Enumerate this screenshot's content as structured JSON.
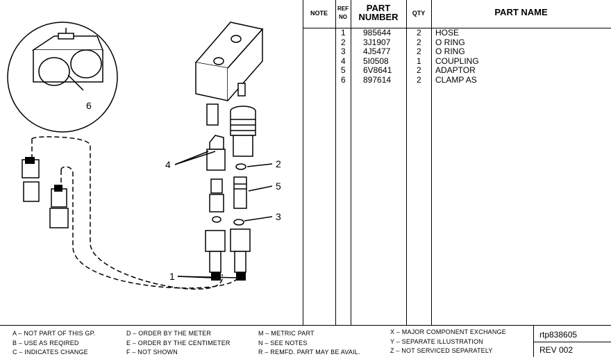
{
  "table": {
    "headers": {
      "note": "NOTE",
      "ref_line1": "REF",
      "ref_line2": "NO",
      "part_line1": "PART",
      "part_line2": "NUMBER",
      "qty": "QTY",
      "name": "PART NAME"
    },
    "rows": [
      {
        "ref": "1",
        "part": "985644",
        "qty": "2",
        "name": "HOSE"
      },
      {
        "ref": "2",
        "part": "3J1907",
        "qty": "2",
        "name": "O  RING"
      },
      {
        "ref": "3",
        "part": "4J5477",
        "qty": "2",
        "name": "O  RING"
      },
      {
        "ref": "4",
        "part": "5I0508",
        "qty": "1",
        "name": "COUPLING"
      },
      {
        "ref": "5",
        "part": "6V8641",
        "qty": "2",
        "name": "ADAPTOR"
      },
      {
        "ref": "6",
        "part": "897614",
        "qty": "2",
        "name": "CLAMP AS"
      }
    ]
  },
  "callouts": {
    "c1": "1",
    "c2": "2",
    "c3": "3",
    "c4": "4",
    "c5": "5",
    "c6": "6"
  },
  "legend": {
    "a": "A  –  NOT PART OF THIS GP.",
    "b": "B  –  USE AS REQIRED",
    "c": "C  –  INDICATES CHANGE",
    "d": "D  –  ORDER BY THE METER",
    "e": "E  –  ORDER BY THE CENTIMETER",
    "f": "F  –  NOT SHOWN",
    "m": "M  –  METRIC PART",
    "n": "N  –  SEE NOTES",
    "r": "R  –  REMFD. PART MAY BE AVAIL.",
    "x": "X  –  MAJOR COMPONENT EXCHANGE",
    "y": "Y  –  SEPARATE ILLUSTRATION",
    "z": "Z  –  NOT SERVICED SEPARATELY"
  },
  "reference": {
    "drawing": "rtp838605",
    "revision": "REV 002"
  }
}
